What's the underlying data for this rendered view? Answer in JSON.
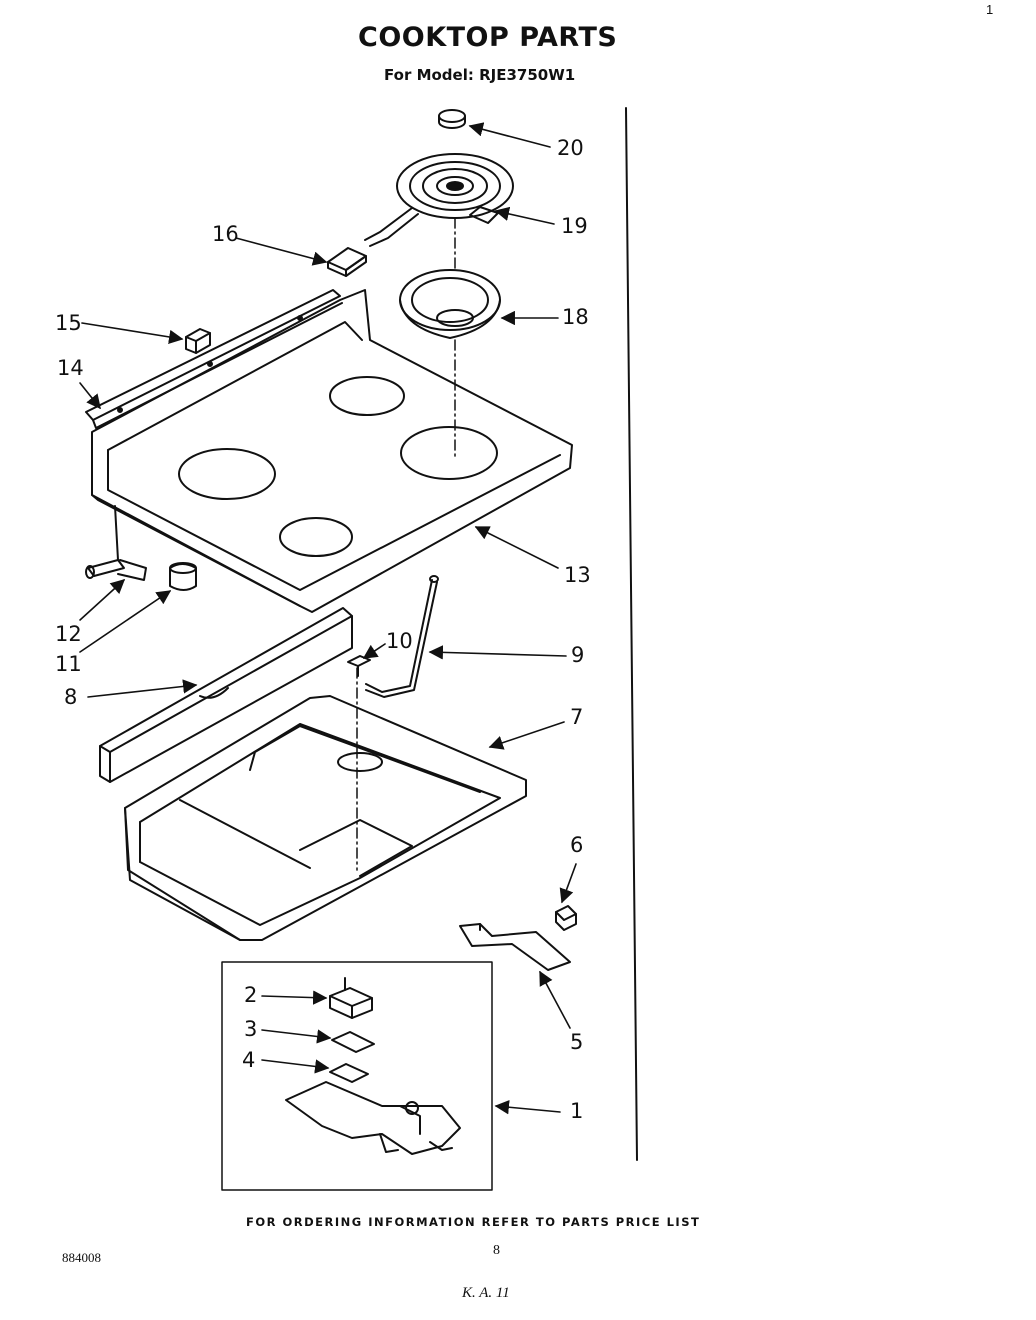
{
  "header": {
    "page_mark": "1",
    "title": "COOKTOP PARTS",
    "subtitle": "For Model: RJE3750W1"
  },
  "callouts": [
    {
      "id": "1",
      "text": "1"
    },
    {
      "id": "2",
      "text": "2"
    },
    {
      "id": "3",
      "text": "3"
    },
    {
      "id": "4",
      "text": "4"
    },
    {
      "id": "5",
      "text": "5"
    },
    {
      "id": "6",
      "text": "6"
    },
    {
      "id": "7",
      "text": "7"
    },
    {
      "id": "8",
      "text": "8"
    },
    {
      "id": "9",
      "text": "9"
    },
    {
      "id": "10",
      "text": "10"
    },
    {
      "id": "11",
      "text": "11"
    },
    {
      "id": "12",
      "text": "12"
    },
    {
      "id": "13",
      "text": "13"
    },
    {
      "id": "14",
      "text": "14"
    },
    {
      "id": "15",
      "text": "15"
    },
    {
      "id": "16",
      "text": "16"
    },
    {
      "id": "18",
      "text": "18"
    },
    {
      "id": "19",
      "text": "19"
    },
    {
      "id": "20",
      "text": "20"
    }
  ],
  "footer": {
    "ordering_note": "FOR ORDERING INFORMATION REFER TO PARTS PRICE LIST",
    "page_number": "8",
    "doc_id": "884008",
    "handwritten_note": "K. A. 11"
  }
}
